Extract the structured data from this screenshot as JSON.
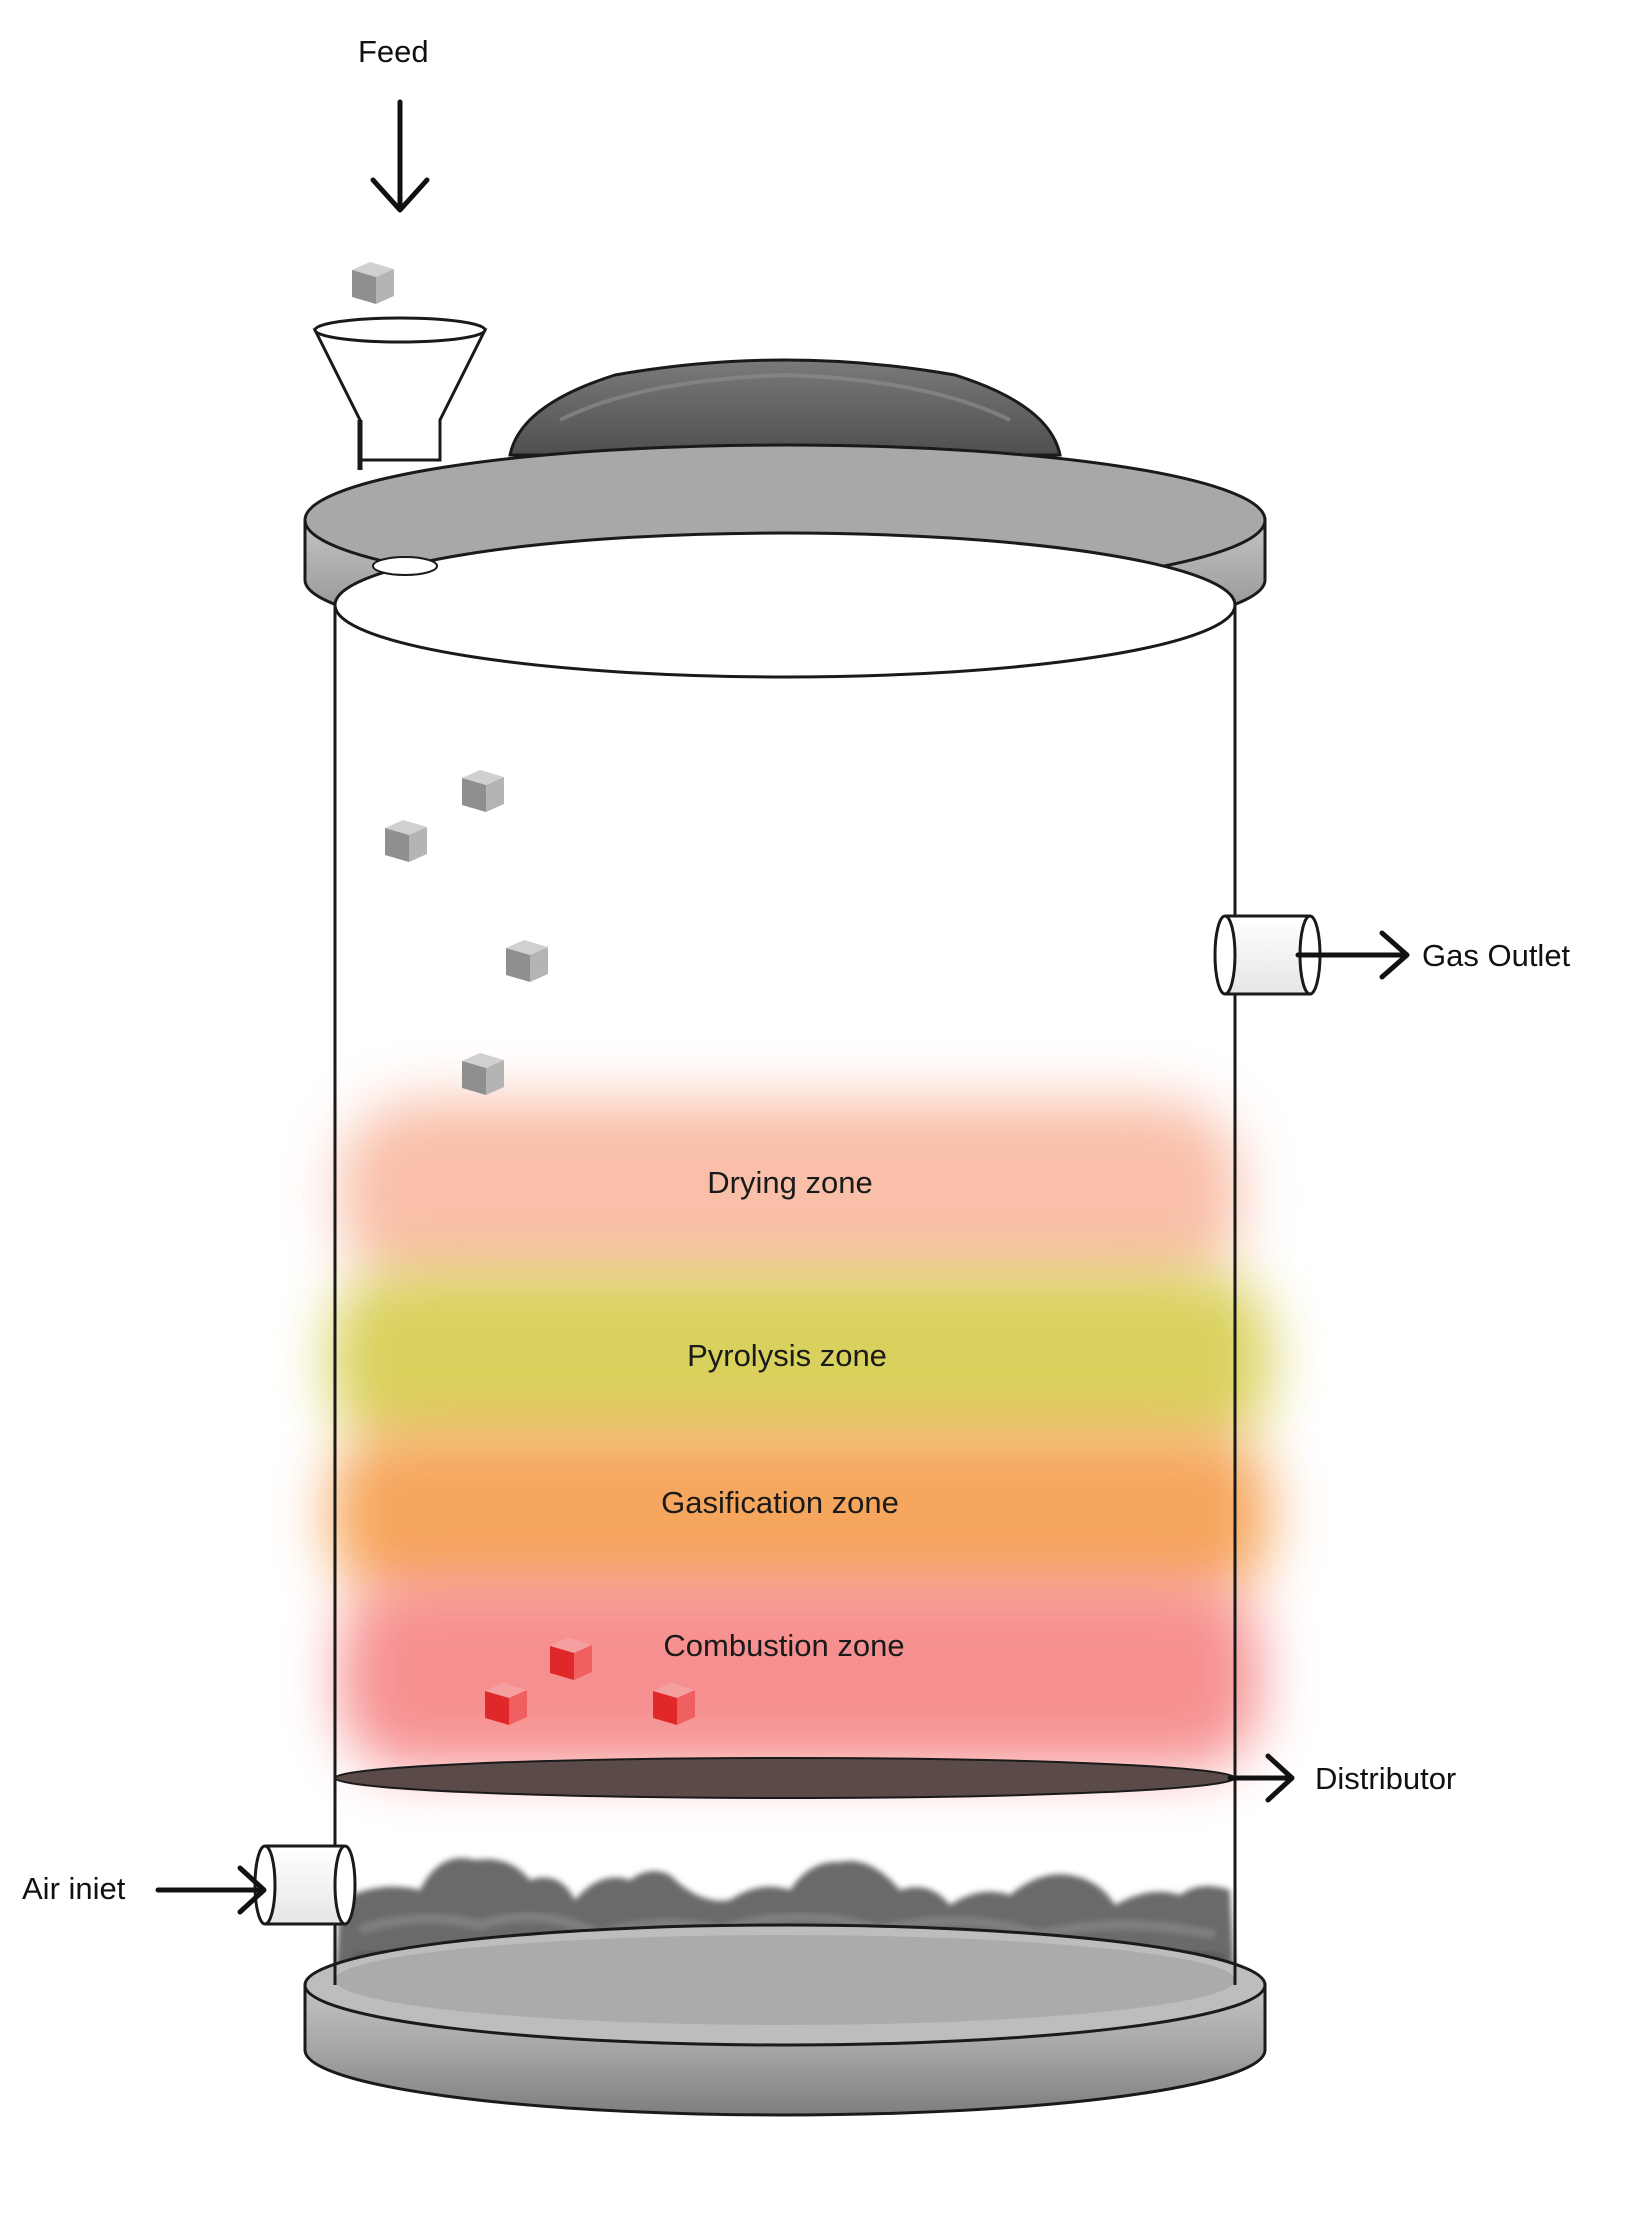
{
  "labels": {
    "feed": "Feed",
    "gas_outlet": "Gas Outlet",
    "distributor": "Distributor",
    "air_inlet": "Air iniet"
  },
  "zones": [
    {
      "name": "Drying zone",
      "color": "#f7b49a"
    },
    {
      "name": "Pyrolysis zone",
      "color": "#d9cf5a"
    },
    {
      "name": "Gasification zone",
      "color": "#f5a45a"
    },
    {
      "name": "Combustion zone",
      "color": "#f58a8a"
    }
  ],
  "colors": {
    "vessel_outline": "#1a1a1a",
    "lid_grey": "#a9a9a9",
    "dome_grey": "#5f5f5f",
    "distributor_plate": "#5a4a48",
    "feed_particle": "#a0a0a0",
    "burning_particle": "#e83a3a",
    "ash_bed": "#5a5a5a"
  },
  "icons": [
    "feed-arrow-icon",
    "gas-outlet-arrow-icon",
    "distributor-arrow-icon",
    "air-inlet-arrow-icon",
    "feed-particle-icon",
    "burning-particle-icon",
    "hopper-funnel-icon"
  ]
}
